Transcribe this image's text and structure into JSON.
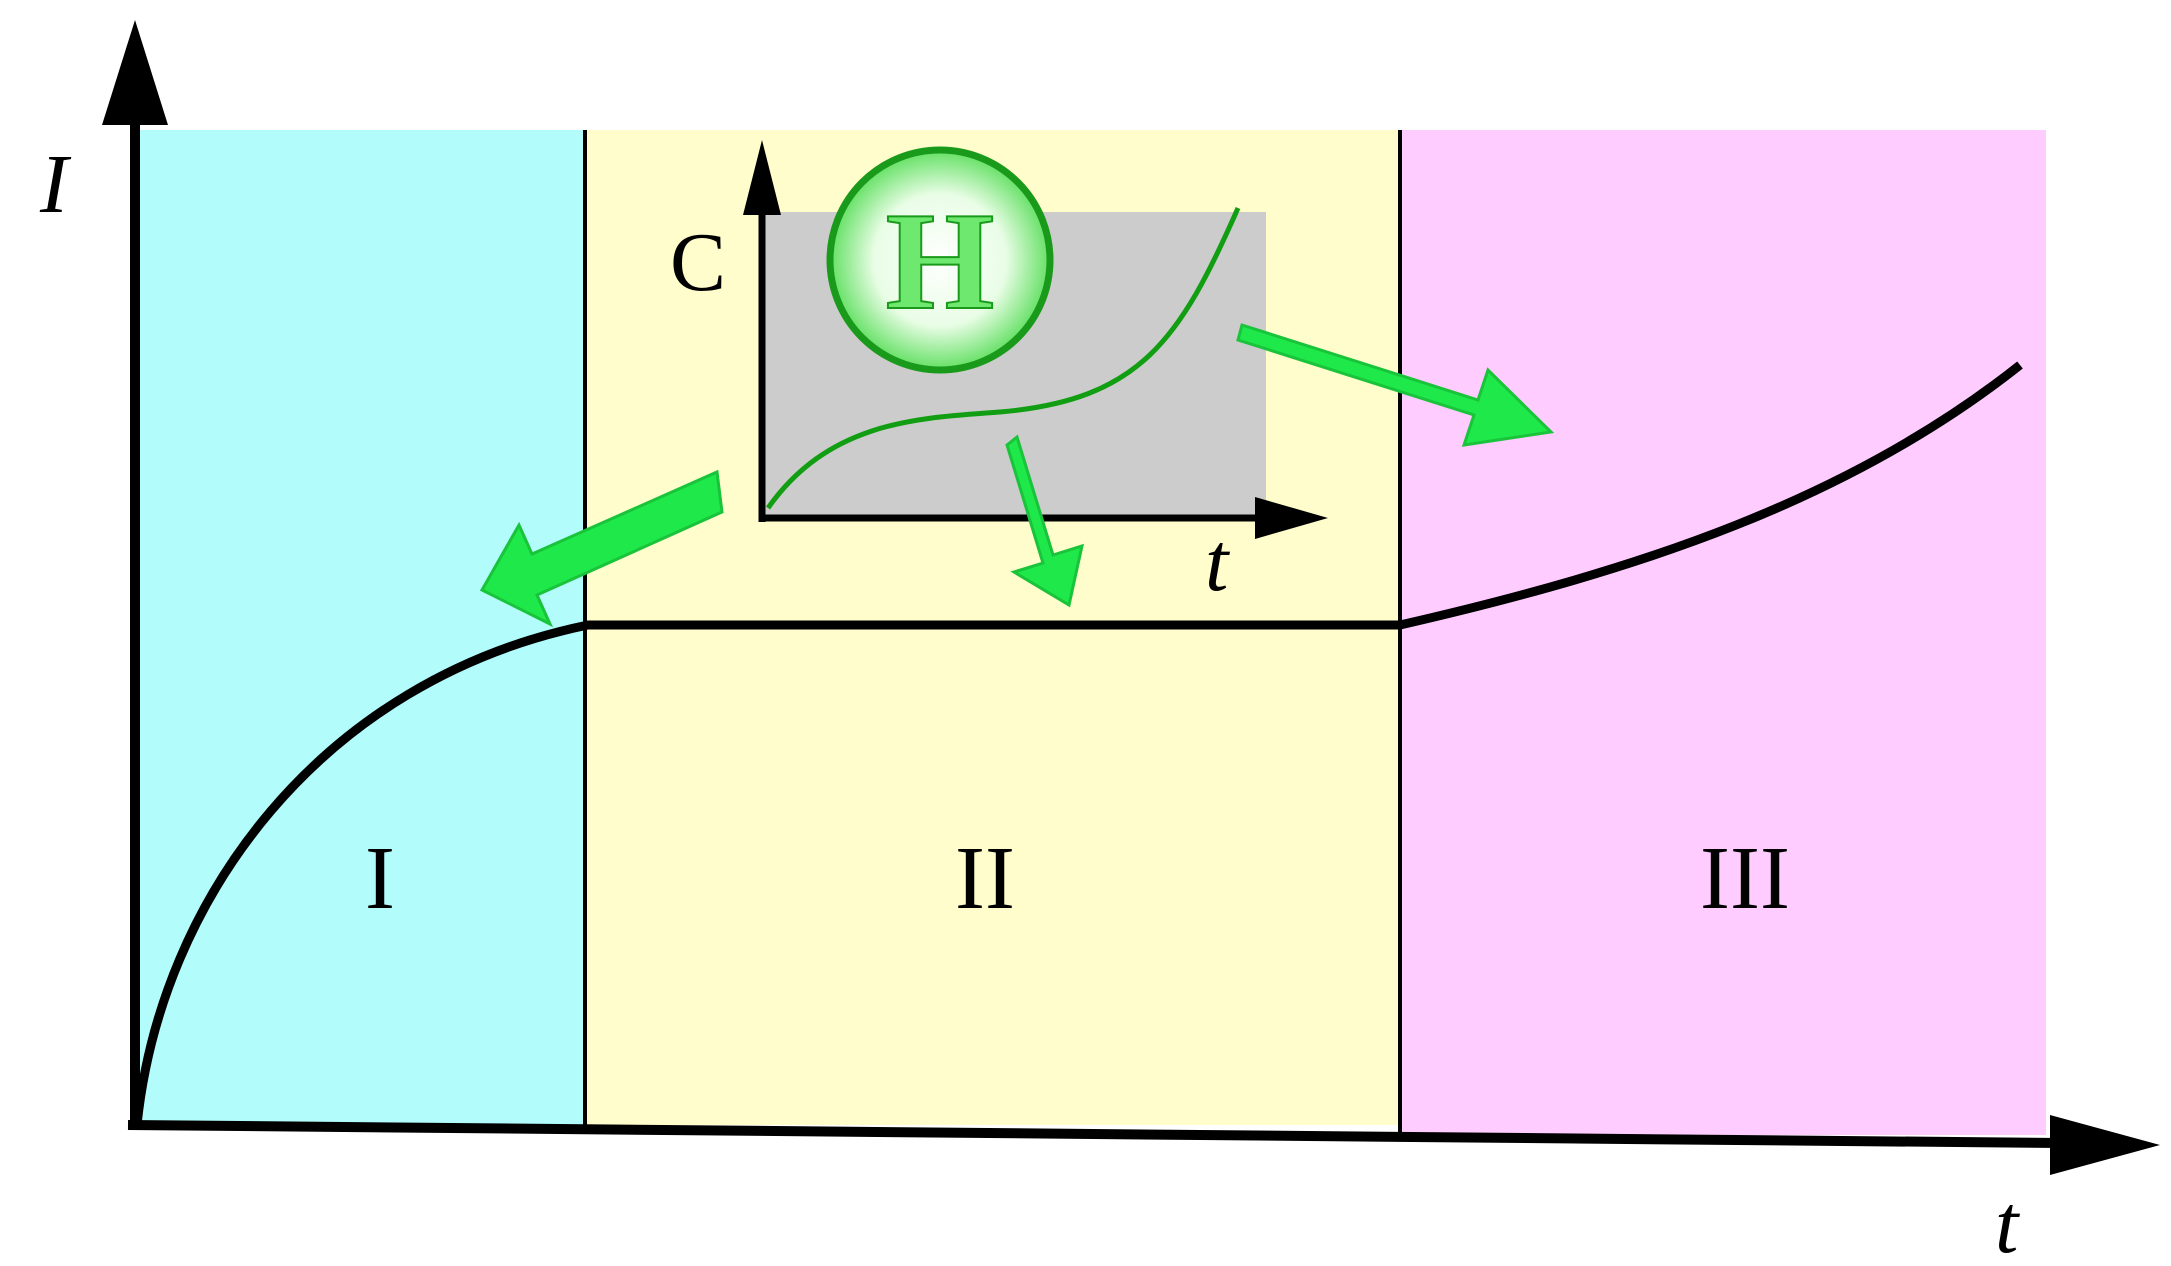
{
  "axes": {
    "y_label": "I",
    "x_label": "t"
  },
  "regions": [
    {
      "label": "I",
      "color": "#b3fcfc"
    },
    {
      "label": "II",
      "color": "#fffdcc"
    },
    {
      "label": "III",
      "color": "#ffccff"
    }
  ],
  "inset": {
    "y_label": "C",
    "x_label": "t",
    "background": "#cccccc",
    "curve_color": "#129e12"
  },
  "badge": {
    "letter": "H",
    "fill": "#6ee86e",
    "stroke": "#1a9a1a"
  },
  "arrow_color": "#1ee84a"
}
